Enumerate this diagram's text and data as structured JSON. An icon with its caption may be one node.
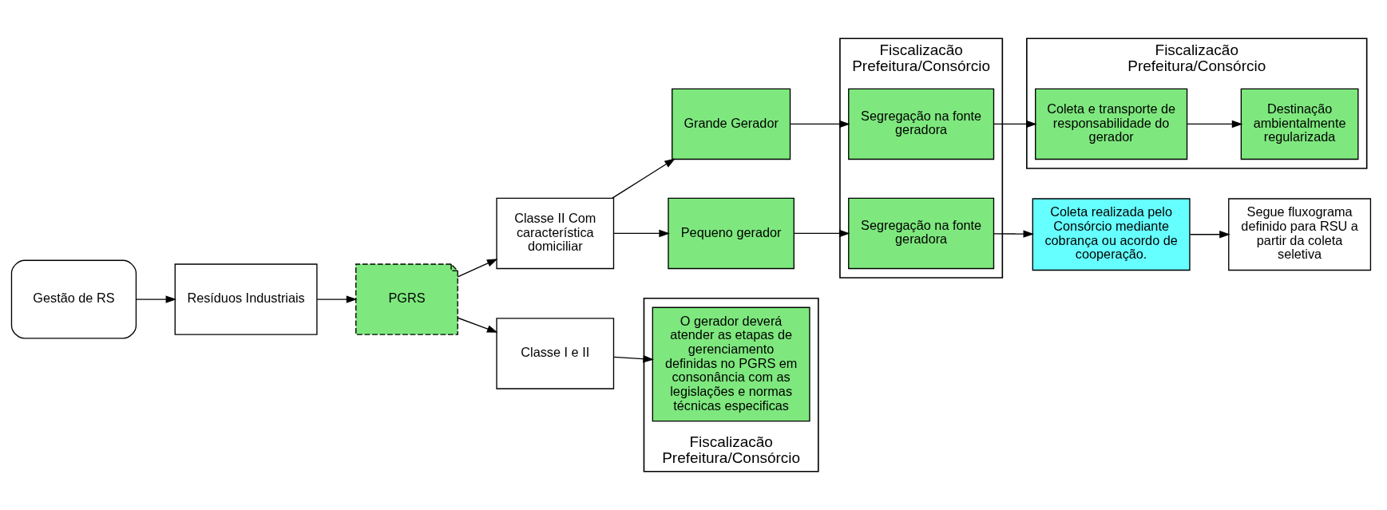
{
  "diagram": {
    "nodes": [
      {
        "text": [
          "Gestão de RS"
        ]
      },
      {
        "text": [
          "Resíduos Industriais"
        ]
      },
      {
        "text": [
          "PGRS"
        ]
      },
      {
        "text": [
          "Classe II Com característica domiciliar"
        ]
      },
      {
        "text": [
          "Classe I e II"
        ]
      },
      {
        "text": [
          "Pequeno gerador"
        ]
      },
      {
        "text": [
          "Grande Gerador"
        ]
      },
      {
        "text": [
          "Fiscalizacão Prefeitura/Consórcio"
        ]
      },
      {
        "text": [
          "Segregação na fonte geradora"
        ],
        "in": 7
      },
      {
        "text": [
          "Segregação na fonte geradora"
        ],
        "in": 7
      },
      {
        "text": [
          "Coleta realizada pelo Consórcio mediante cobrança ou acordo de cooperação."
        ]
      },
      {
        "text": [
          "Segue fluxograma definido para RSU a partir da coleta seletiva"
        ]
      },
      {
        "text": [
          "Fiscalizacão Prefeitura/Consórcio"
        ]
      },
      {
        "text": [
          "Coleta e transporte de responsabilidade do gerador"
        ],
        "in": 12
      },
      {
        "text": [
          "Destinação ambientalmente regularizada"
        ],
        "in": 12
      },
      {
        "text": [
          "Fiscalizacão Prefeitura/Consórcio"
        ]
      },
      {
        "text": [
          "O gerador deverá atender as etapas de gerenciamento definidas no PGRS em consonância com as  legislações e normas técnicas especificas"
        ],
        "in": 15
      }
    ],
    "edges": [
      {
        "from": 0,
        "to": 1,
        "arrow": "to"
      },
      {
        "from": 1,
        "to": 2,
        "arrow": "to"
      },
      {
        "from": 2,
        "to": 3,
        "arrow": "to"
      },
      {
        "from": 2,
        "to": 4,
        "arrow": "to"
      },
      {
        "from": 3,
        "to": 5,
        "arrow": "to"
      },
      {
        "from": 3,
        "to": 6,
        "arrow": "to"
      },
      {
        "from": 5,
        "to": 8,
        "arrow": "to"
      },
      {
        "from": 6,
        "to": 9,
        "arrow": "to"
      },
      {
        "from": 8,
        "to": 10,
        "arrow": "to"
      },
      {
        "from": 10,
        "to": 11,
        "arrow": "to"
      },
      {
        "from": 9,
        "to": 13,
        "arrow": "to"
      },
      {
        "from": 13,
        "to": 14,
        "arrow": "to"
      },
      {
        "from": 4,
        "to": 16,
        "arrow": "to"
      }
    ]
  }
}
